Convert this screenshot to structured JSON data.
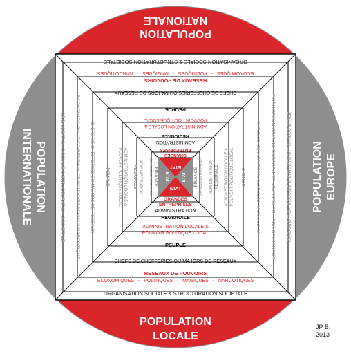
{
  "colors": {
    "red": "#d9262b",
    "grey": "#8e8e8e",
    "black": "#111111",
    "text_grey": "#8a8a8a",
    "white": "#ffffff"
  },
  "outer": {
    "top": "POPULATION NATIONALE",
    "bottom_line1": "POPULATION",
    "bottom_line2": "LOCALE",
    "left_line1": "POPULATION",
    "left_line2": "INTERNATIONALE",
    "right_line1": "POPULATION",
    "right_line2": "EUROPE"
  },
  "layers": {
    "organisation": "ORGANISATION SOCIALE & STRUCTURATION SOCIETALE",
    "reseaux_title": "RESEAUX DE POUVOIRS",
    "reseaux_items": "ECONOMIQUES   -   POLITIQUES   -   MAGIQUES   -   NARCOTIQUES",
    "reseaux_side": "ECONOMICO-POLITICO-RESEAUX DE POUVOIRS-MAGICO-NARCOTIQUE",
    "chefferies": "CHEFS DE CHEFFERIES  OU MAJORS DE RESEAUX",
    "peuple": "PEUPLE",
    "admin_locale": "ADMINISTRATION LOCALE &",
    "pouvoir_local": "POUVOIR POLITIQUE LOCAL",
    "administration": "ADMINISTRATION",
    "regionale": "REGIONALE",
    "grandes": "GRANDES",
    "entreprises": "ENTREPRISES",
    "finance": "FINANCE",
    "grandes_small": "GRANDES ENTREPRISES",
    "etat": "ETAT"
  },
  "signature": {
    "line1": "JP B.",
    "line2": "2013"
  }
}
